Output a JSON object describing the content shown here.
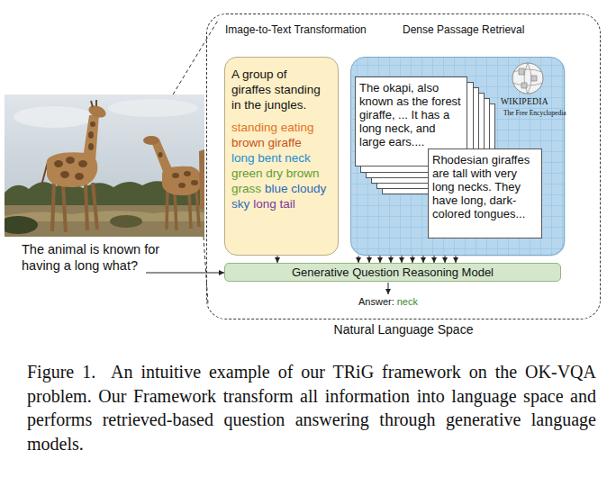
{
  "diagram": {
    "caption": "Figure 1.  An intuitive example of our TRiG framework on the OK-VQA problem. Our Framework transform all information into language space and performs retrieved-based question answering through generative language models.",
    "nodes": [
      {
        "text": [
          "Natural Language Space"
        ]
      },
      {
        "text": [
          "Image-to-Text Transformation",
          "A group of giraffes standing in the jungles.",
          "standing eating",
          "brown giraffe",
          "long bent neck",
          "green dry brown grass",
          "blue cloudy sky",
          "long tail"
        ],
        "in": 0
      },
      {
        "text": [
          "Dense Passage Retrieval"
        ],
        "in": 0
      },
      {
        "text": [
          "The okapi, also known as the forest giraffe, ... It has a long neck, and large ears...."
        ],
        "in": 2
      },
      {
        "text": [
          "Rhodesian giraffes are tall with very long necks. They have long, dark-colored tongues..."
        ],
        "in": 2
      },
      {
        "text": [
          "Generative Question Reasoning Model"
        ],
        "in": 0
      }
    ],
    "edges": [
      {
        "from": 1,
        "to": 5,
        "arrow": "to"
      },
      {
        "from": 2,
        "to": 5,
        "arrow": "to"
      },
      {
        "from": 2,
        "to": 5,
        "arrow": "to"
      },
      {
        "from": 2,
        "to": 5,
        "arrow": "to"
      },
      {
        "from": 2,
        "to": 5,
        "arrow": "to"
      },
      {
        "from": 2,
        "to": 5,
        "arrow": "to"
      },
      {
        "from": 2,
        "to": 5,
        "arrow": "to"
      },
      {
        "from": 2,
        "to": 5,
        "arrow": "to"
      },
      {
        "from": 2,
        "to": 5,
        "arrow": "to"
      },
      {
        "from": 2,
        "to": 5,
        "arrow": "to"
      },
      {
        "from": 2,
        "to": 5,
        "arrow": "to"
      }
    ],
    "labels": [
      "WIKIPEDIA",
      "The Free Encyclopedia",
      "The animal is known for having a long what?",
      "Answer:",
      "neck"
    ]
  }
}
